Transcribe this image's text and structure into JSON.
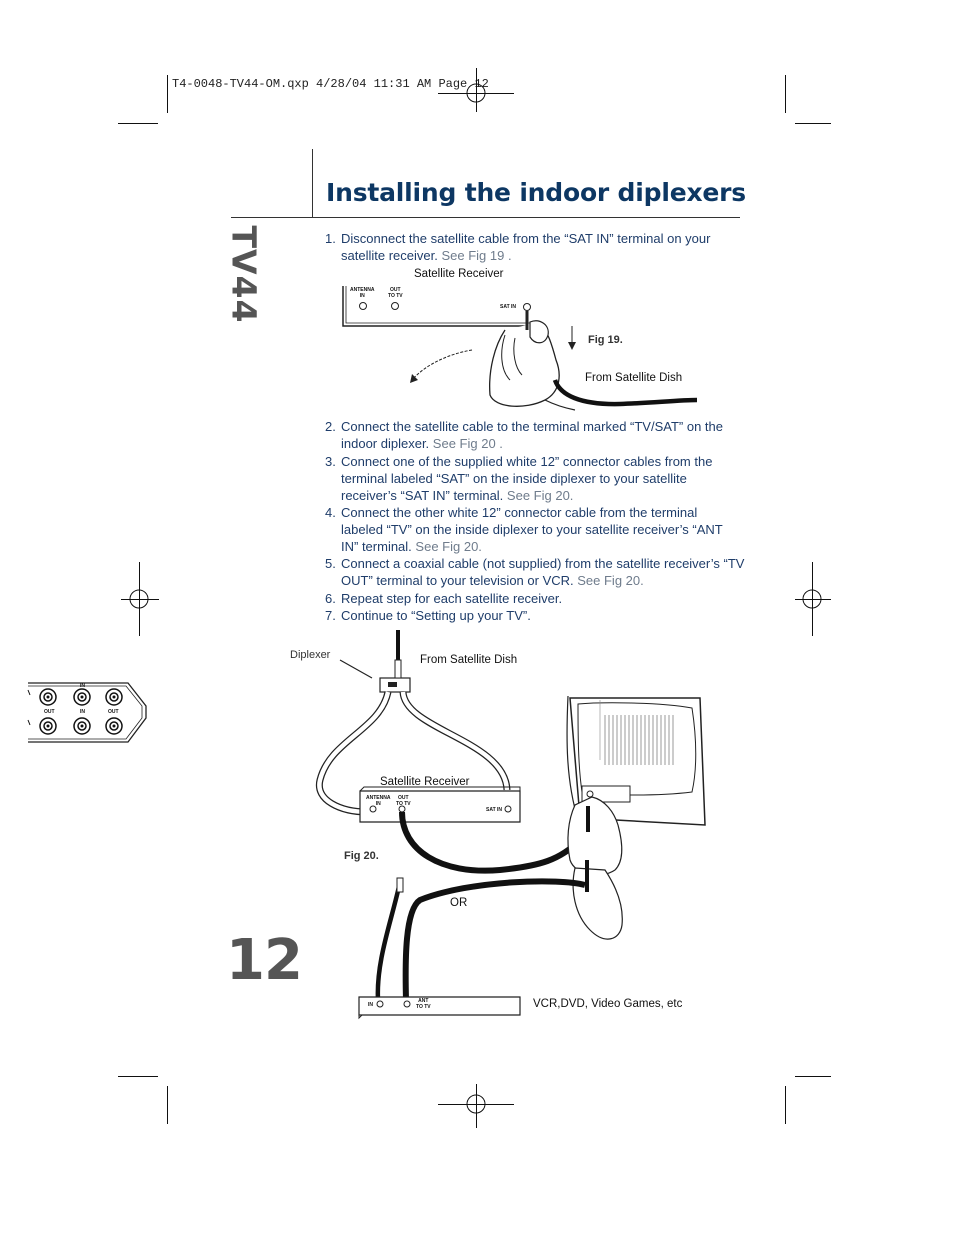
{
  "slug": "T4-0048-TV44-OM.qxp  4/28/04  11:31 AM  Page 12",
  "title": "Installing the indoor diplexers",
  "side_tab": "TV44",
  "page_number": "12",
  "steps": [
    {
      "num": "1.",
      "text": "Disconnect the satellite cable from the “SAT IN” terminal on your satellite receiver.",
      "ref": "See Fig 19 ."
    },
    {
      "num": "2.",
      "text": "Connect the satellite cable to the terminal marked “TV/SAT” on the indoor diplexer.",
      "ref": "See Fig 20 ."
    },
    {
      "num": "3.",
      "text": "Connect one of the supplied white 12” connector cables from the terminal labeled “SAT” on the inside diplexer to your satellite receiver’s “SAT IN” terminal.",
      "ref": "See Fig 20."
    },
    {
      "num": "4.",
      "text": "Connect the other white 12” connector cable from the terminal labeled “TV” on the inside diplexer to your satellite receiver’s “ANT IN” terminal.",
      "ref": "See Fig 20."
    },
    {
      "num": "5.",
      "text": "Connect a coaxial cable (not supplied) from the satellite receiver’s “TV OUT” terminal to your television or VCR.",
      "ref": "See Fig 20."
    },
    {
      "num": "6.",
      "text": "Repeat step for each satellite receiver.",
      "ref": ""
    },
    {
      "num": "7.",
      "text": "Continue to “Setting up your TV”.",
      "ref": ""
    }
  ],
  "fig19": {
    "caption": "Fig 19.",
    "receiver_label": "Satellite Receiver",
    "antenna_in": "ANTENNA\nIN",
    "out_to_tv": "OUT\nTO TV",
    "sat_in": "SAT IN",
    "dish_label": "From Satellite Dish"
  },
  "fig20": {
    "caption": "Fig 20.",
    "diplexer_label": "Diplexer",
    "dish_label": "From Satellite Dish",
    "receiver_label": "Satellite Receiver",
    "antenna_in": "ANTENNA\nIN",
    "out_to_tv": "OUT\nTO TV",
    "sat_in": "SAT IN",
    "or_label": "OR",
    "vcr_label": "VCR,DVD, Video Games, etc",
    "vcr_in": "IN",
    "vcr_ant_to_tv": "ANT\nTO TV",
    "side_out_1": "OUT",
    "side_in": "IN",
    "side_out_2": "OUT",
    "side_in_2": "IN"
  },
  "colors": {
    "title": "#0d3763",
    "body": "#1f3d6a",
    "ref": "#6f7c8c",
    "tab": "#555555"
  }
}
